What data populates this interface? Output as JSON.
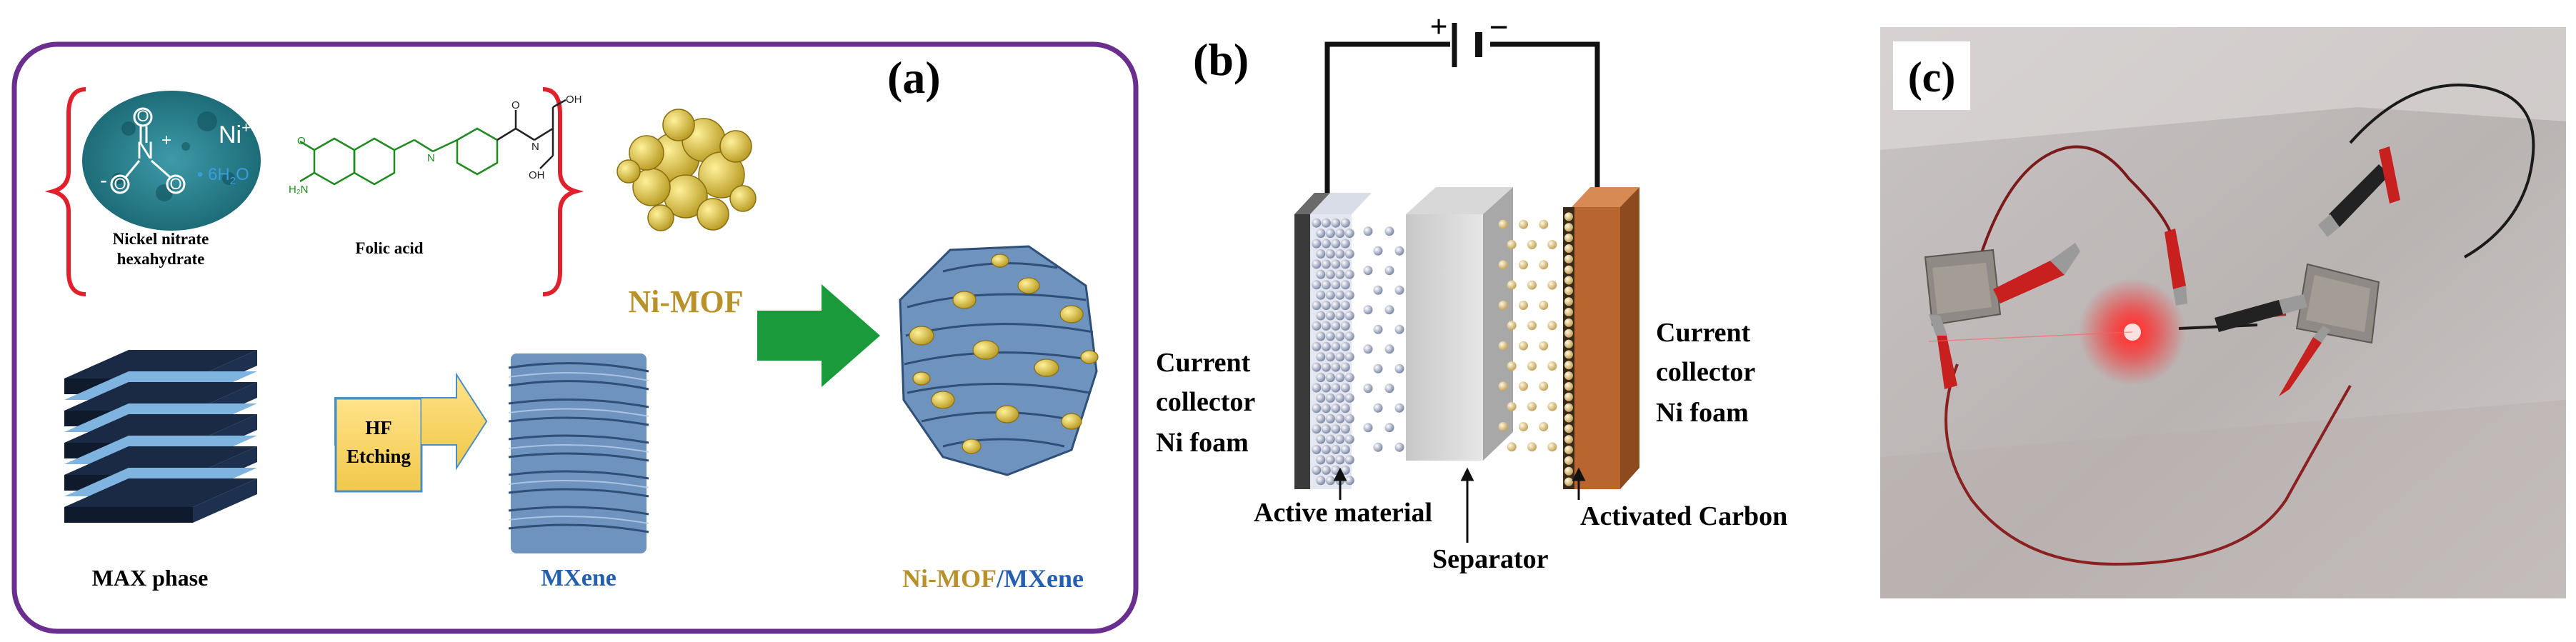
{
  "panel_a": {
    "label": "(a)",
    "nickel_nitrate": {
      "name_line1": "Nickel nitrate",
      "name_line2": "hexahydrate",
      "ion_ni": "Ni",
      "ion_charge": "+",
      "hydrate": "• 6H",
      "hydrate_sub": "2",
      "hydrate_o": "O",
      "atom_o": "O",
      "atom_n": "N",
      "charge_minus": "-",
      "charge_plus": "+"
    },
    "folic_acid": {
      "name": "Folic acid"
    },
    "ni_mof": {
      "label": "Ni-MOF"
    },
    "max_phase": {
      "label": "MAX phase"
    },
    "hf_etching": {
      "line1": "HF",
      "line2": "Etching"
    },
    "mxene": {
      "label": "MXene"
    },
    "composite": {
      "part1": "Ni-MOF",
      "separator": "/",
      "part2": "MXene"
    },
    "colors": {
      "frame": "#6a2f8e",
      "bracket": "#e0202a",
      "ni_mof_text": "#b8912a",
      "mxene_text": "#2560b0",
      "arrow_green": "#1a9a3a",
      "hf_box": "#ffd966"
    }
  },
  "panel_b": {
    "label": "(b)",
    "battery_plus": "+",
    "battery_minus": "−",
    "left_collector": {
      "line1": "Current",
      "line2": "collector",
      "line3": "Ni foam"
    },
    "right_collector": {
      "line1": "Current",
      "line2": "collector",
      "line3": "Ni foam"
    },
    "active_material": "Active material",
    "separator": "Separator",
    "activated_carbon": "Activated Carbon"
  },
  "panel_c": {
    "label": "(c)"
  }
}
